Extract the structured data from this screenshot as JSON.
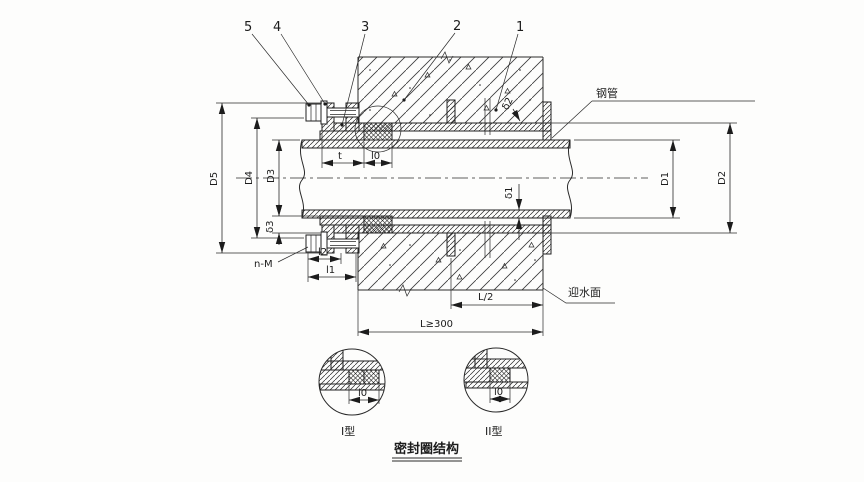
{
  "callouts": [
    "5",
    "4",
    "3",
    "2",
    "1"
  ],
  "dims": {
    "d1": "D1",
    "d2": "D2",
    "d3": "D3",
    "d4": "D4",
    "d5": "D5",
    "delta1": "δ1",
    "delta2": "δ2",
    "delta3": "δ3",
    "t": "t",
    "l0": "l0",
    "l1": "l1",
    "l2": "l2",
    "n_m": "n-M",
    "l_half": "L/2",
    "l_min": "L≥300"
  },
  "labels": {
    "steel_pipe": "钢管",
    "water_face": "迎水面"
  },
  "details": {
    "type1": "I型",
    "type2": "II型",
    "l0_1": "l0",
    "l0_2": "l0",
    "caption": "密封圈结构"
  }
}
